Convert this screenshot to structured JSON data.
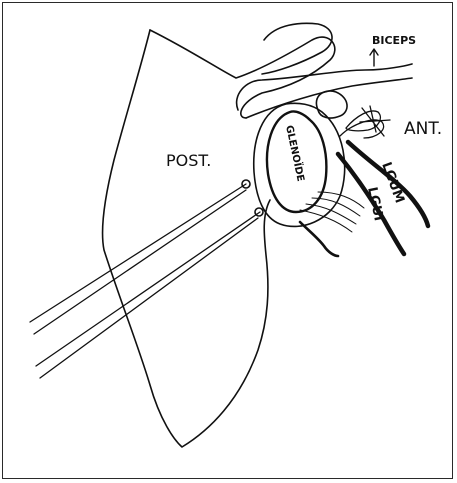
{
  "labels": {
    "biceps": "BICEPS",
    "anterior": "ANT.",
    "posterior": "POST.",
    "glenoid": "GLENOÏDE",
    "lgum": "LGUM",
    "lgui": "LGUI"
  },
  "colors": {
    "ink": "#111111",
    "paper": "#ffffff"
  }
}
